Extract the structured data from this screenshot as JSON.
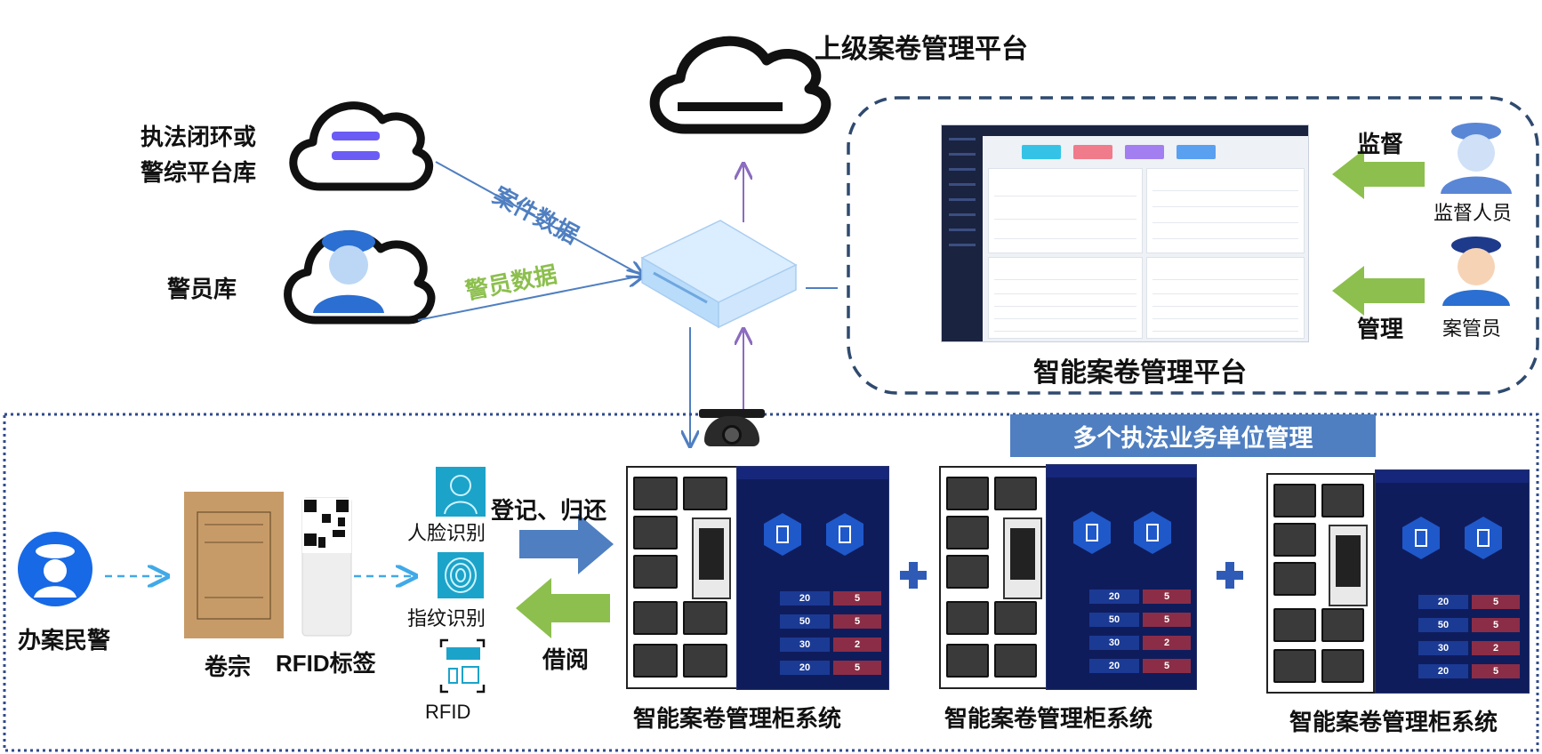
{
  "top": {
    "cloud_main_label": "上级案卷管理平台",
    "cloud_left1_label_l1": "执法闭环或",
    "cloud_left1_label_l2": "警综平台库",
    "cloud_left2_label": "警员库",
    "edge_case_data": "案件数据",
    "edge_police_data": "警员数据"
  },
  "platform": {
    "title": "智能案卷管理平台",
    "supervise_label": "监督",
    "manage_label": "管理",
    "supervisor_label": "监督人员",
    "clerk_label": "案管员"
  },
  "bottom": {
    "banner": "多个执法业务单位管理",
    "officer_label": "办案民警",
    "file_label": "卷宗",
    "rfid_tag_label": "RFID标签",
    "face_label": "人脸识别",
    "finger_label": "指纹识别",
    "rfid_label": "RFID",
    "register_return": "登记、归还",
    "borrow": "借阅",
    "cabinet_label_1": "智能案卷管理柜系统",
    "cabinet_label_2": "智能案卷管理柜系统",
    "cabinet_label_3": "智能案卷管理柜系统"
  },
  "screen_values": {
    "r1a": "20",
    "r1b": "5",
    "r2a": "50",
    "r2m": "5",
    "r2b": "5",
    "r3a": "30",
    "r3m": "30",
    "r3b": "2",
    "r3c": "2",
    "r4a": "20",
    "r4b": "5"
  },
  "colors": {
    "dash_border": "#2f4a6e",
    "blue_arrow": "#4f7fc1",
    "green_arrow": "#8cbf4d",
    "banner": "#4f7fc1",
    "purple_line": "#8b6bbf",
    "dotted_border": "#2f4a8a"
  }
}
